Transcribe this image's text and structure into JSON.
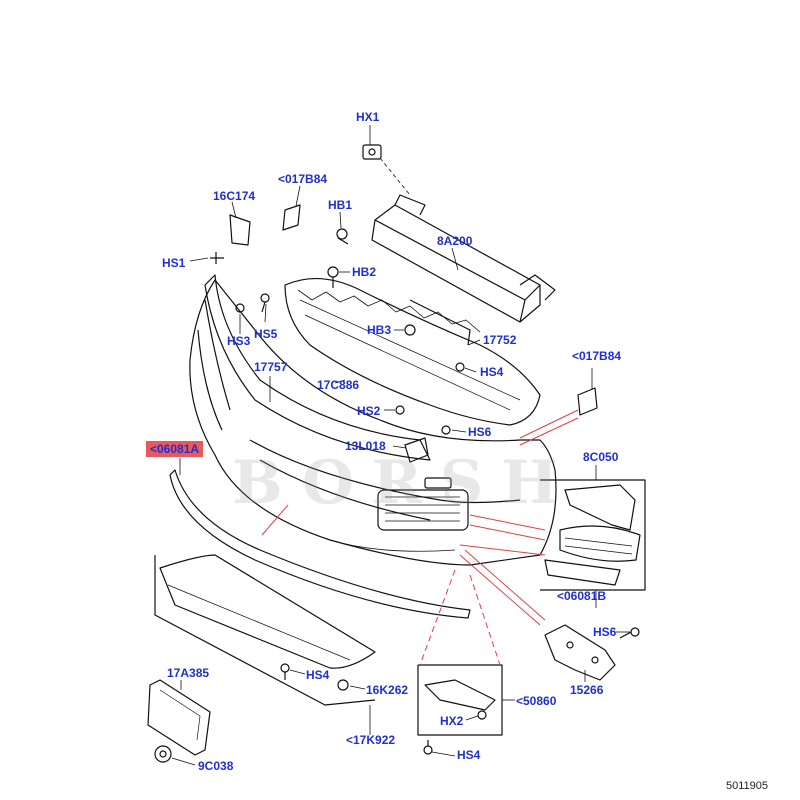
{
  "labels": {
    "hx1": "HX1",
    "c017b84_top": "<017B84",
    "c16c174": "16C174",
    "hb1": "HB1",
    "c8a200": "8A200",
    "hs1": "HS1",
    "hb2": "HB2",
    "hs5": "HS5",
    "hs3": "HS3",
    "hb3": "HB3",
    "c17752": "17752",
    "c17757": "17757",
    "hs4_mid": "HS4",
    "c017b84_right": "<017B84",
    "c17c886": "17C886",
    "hs2": "HS2",
    "hs6_mid": "HS6",
    "c13l018": "13L018",
    "c06081a": "<06081A",
    "c8c050": "8C050",
    "c06081b": "<06081B",
    "hs6_right": "HS6",
    "c15266": "15266",
    "c17a385": "17A385",
    "hs4_low": "HS4",
    "c16k262": "16K262",
    "c50860": "<50860",
    "hx2": "HX2",
    "c17k922": "<17K922",
    "hs4_bottom": "HS4",
    "c9c038": "9C038"
  },
  "watermark": "BORSH",
  "diagram_ref": "5011905",
  "colors": {
    "label": "#1f2fd6",
    "highlight": "#e85a5a",
    "leader_red": "#e04040",
    "line": "#111111"
  }
}
